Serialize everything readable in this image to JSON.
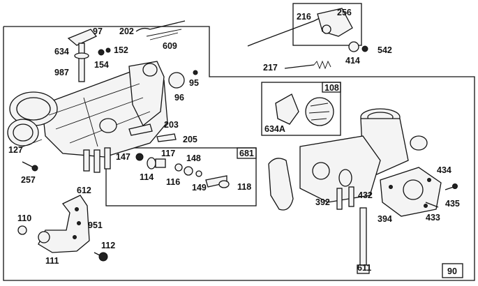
{
  "callouts": {
    "c97": "97",
    "c202": "202",
    "c609": "609",
    "c634": "634",
    "c152": "152",
    "c154": "154",
    "c987": "987",
    "c95": "95",
    "c96": "96",
    "c203": "203",
    "c205": "205",
    "c127": "127",
    "c257": "257",
    "c612": "612",
    "c147": "147",
    "c117": "117",
    "c148": "148",
    "c114": "114",
    "c116": "116",
    "c149": "149",
    "c118": "118",
    "c681": "681",
    "c216": "216",
    "c256": "256",
    "c542": "542",
    "c414": "414",
    "c217": "217",
    "c108": "108",
    "c634A": "634A",
    "c434": "434",
    "c435": "435",
    "c433": "433",
    "c392": "392",
    "c432": "432",
    "c394": "394",
    "c611": "611",
    "c90": "90",
    "c110": "110",
    "c951": "951",
    "c111": "111",
    "c112": "112"
  }
}
